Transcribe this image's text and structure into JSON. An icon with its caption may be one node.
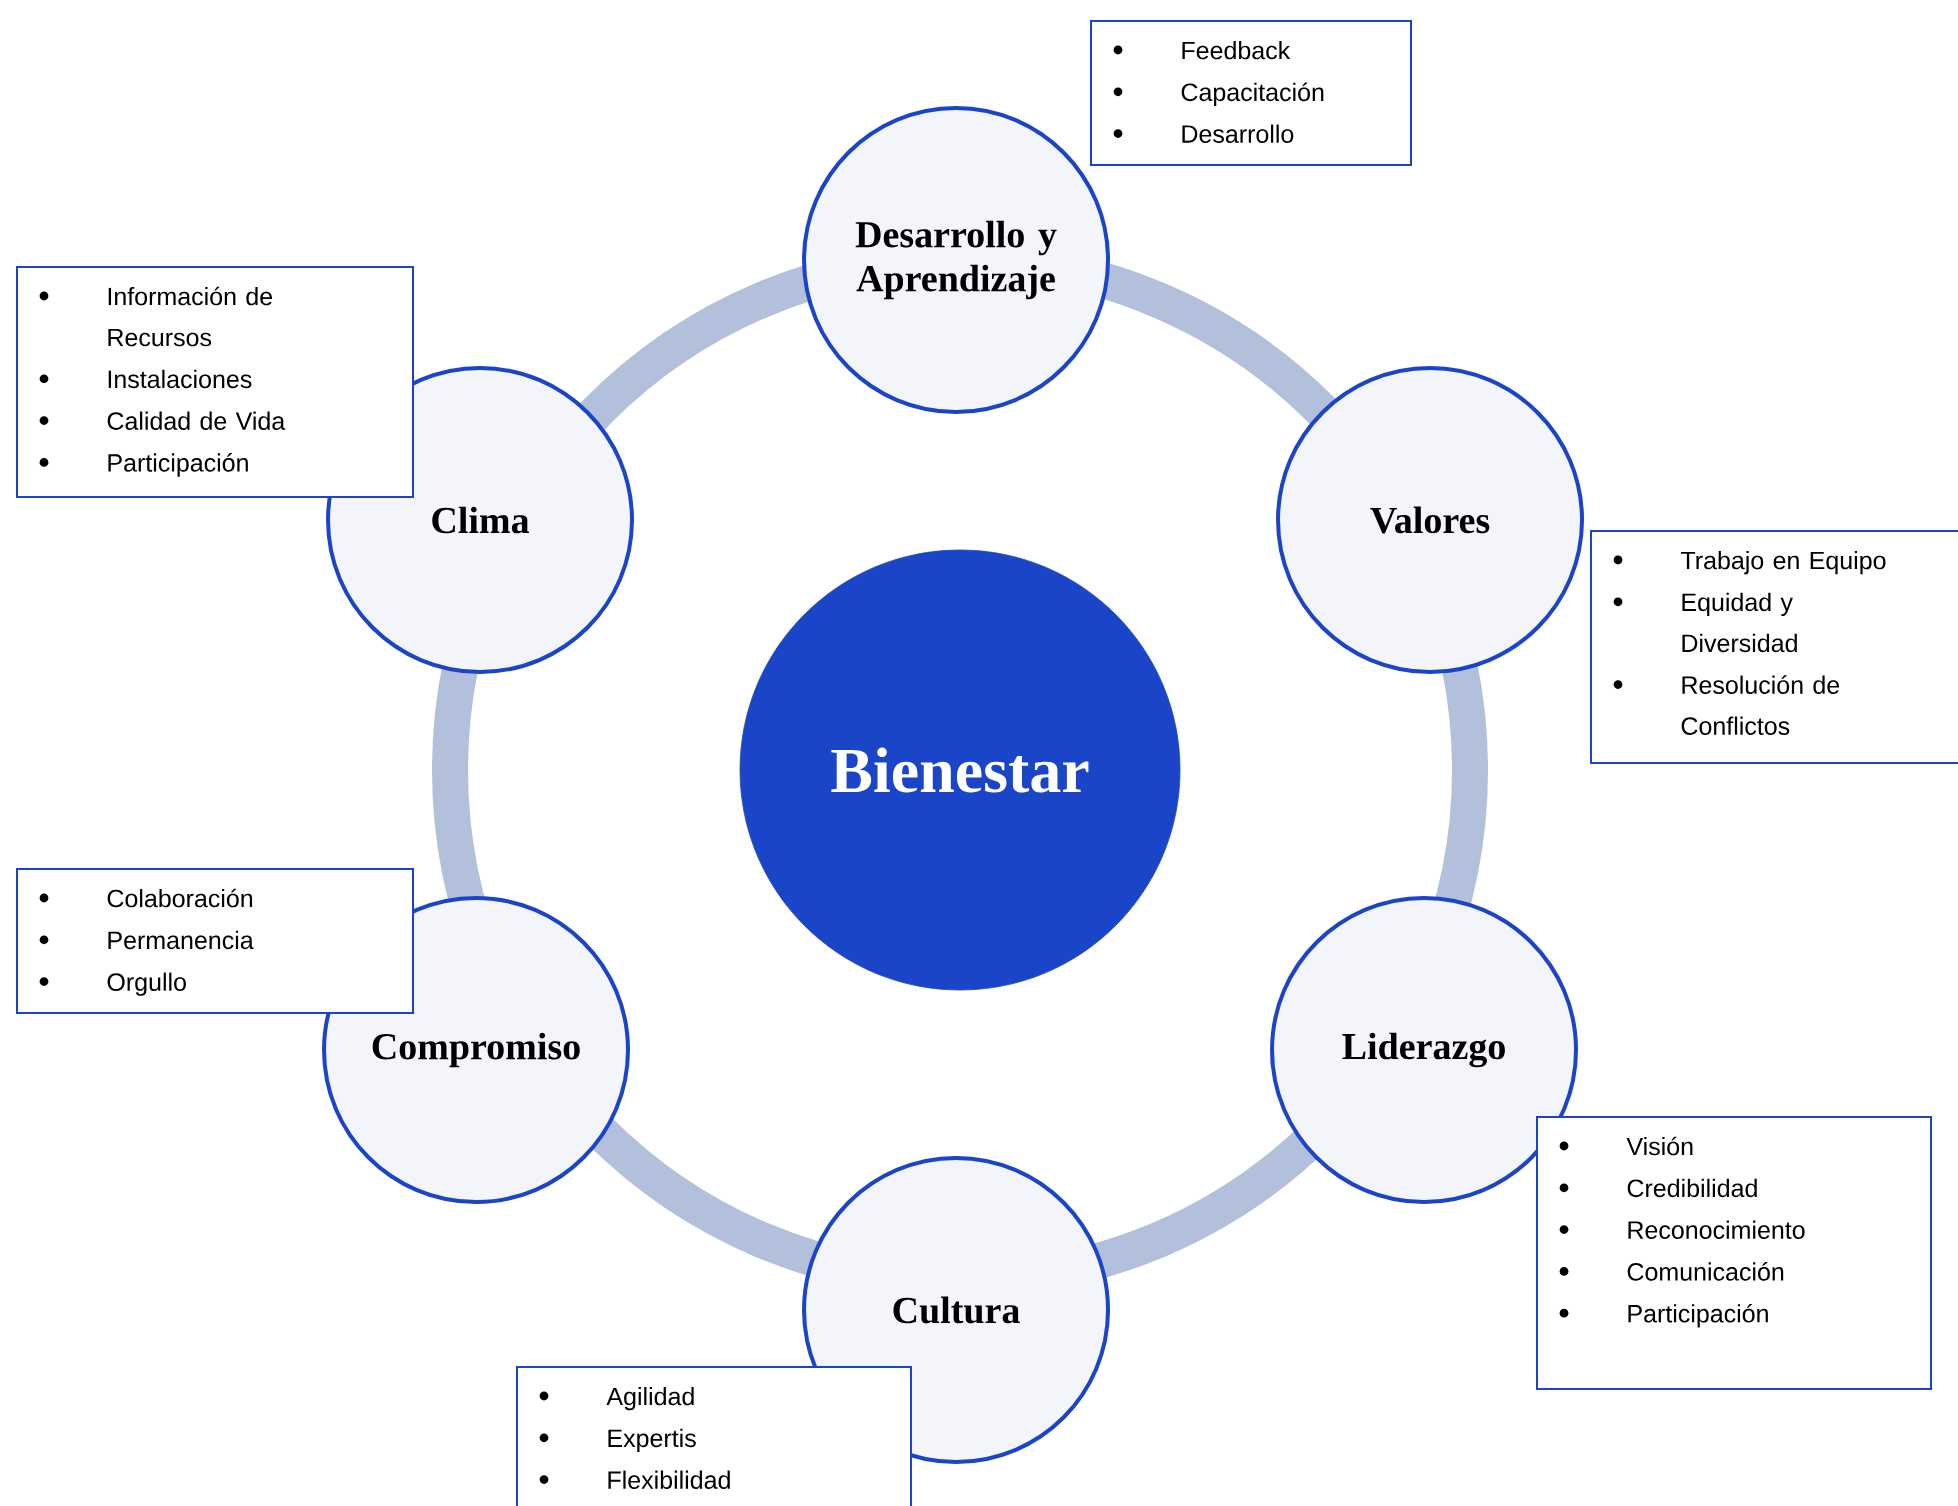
{
  "diagram": {
    "nodes": [
      {
        "text": [
          "Desarrollo y Aprendizaje"
        ]
      },
      {
        "text": [
          "Feedback",
          "Capacitación",
          "Desarrollo"
        ]
      },
      {
        "text": [
          "Clima"
        ]
      },
      {
        "text": [
          "Información de Recursos",
          "Instalaciones",
          "Calidad de Vida",
          "Participación"
        ]
      },
      {
        "text": [
          "Valores"
        ]
      },
      {
        "text": [
          "Trabajo en Equipo",
          "Equidad y Diversidad",
          "Resolución de Conflictos"
        ]
      },
      {
        "text": [
          "Bienestar"
        ]
      },
      {
        "text": [
          "Colaboración",
          "Permanencia",
          "Orgullo"
        ]
      },
      {
        "text": [
          "Compromiso"
        ]
      },
      {
        "text": [
          "Liderazgo"
        ]
      },
      {
        "text": [
          "Visión",
          "Credibilidad",
          "Reconocimiento",
          "Comunicación",
          "Participación"
        ]
      },
      {
        "text": [
          "Cultura"
        ]
      },
      {
        "text": [
          "Agilidad",
          "Expertis",
          "Flexibilidad"
        ]
      }
    ]
  }
}
